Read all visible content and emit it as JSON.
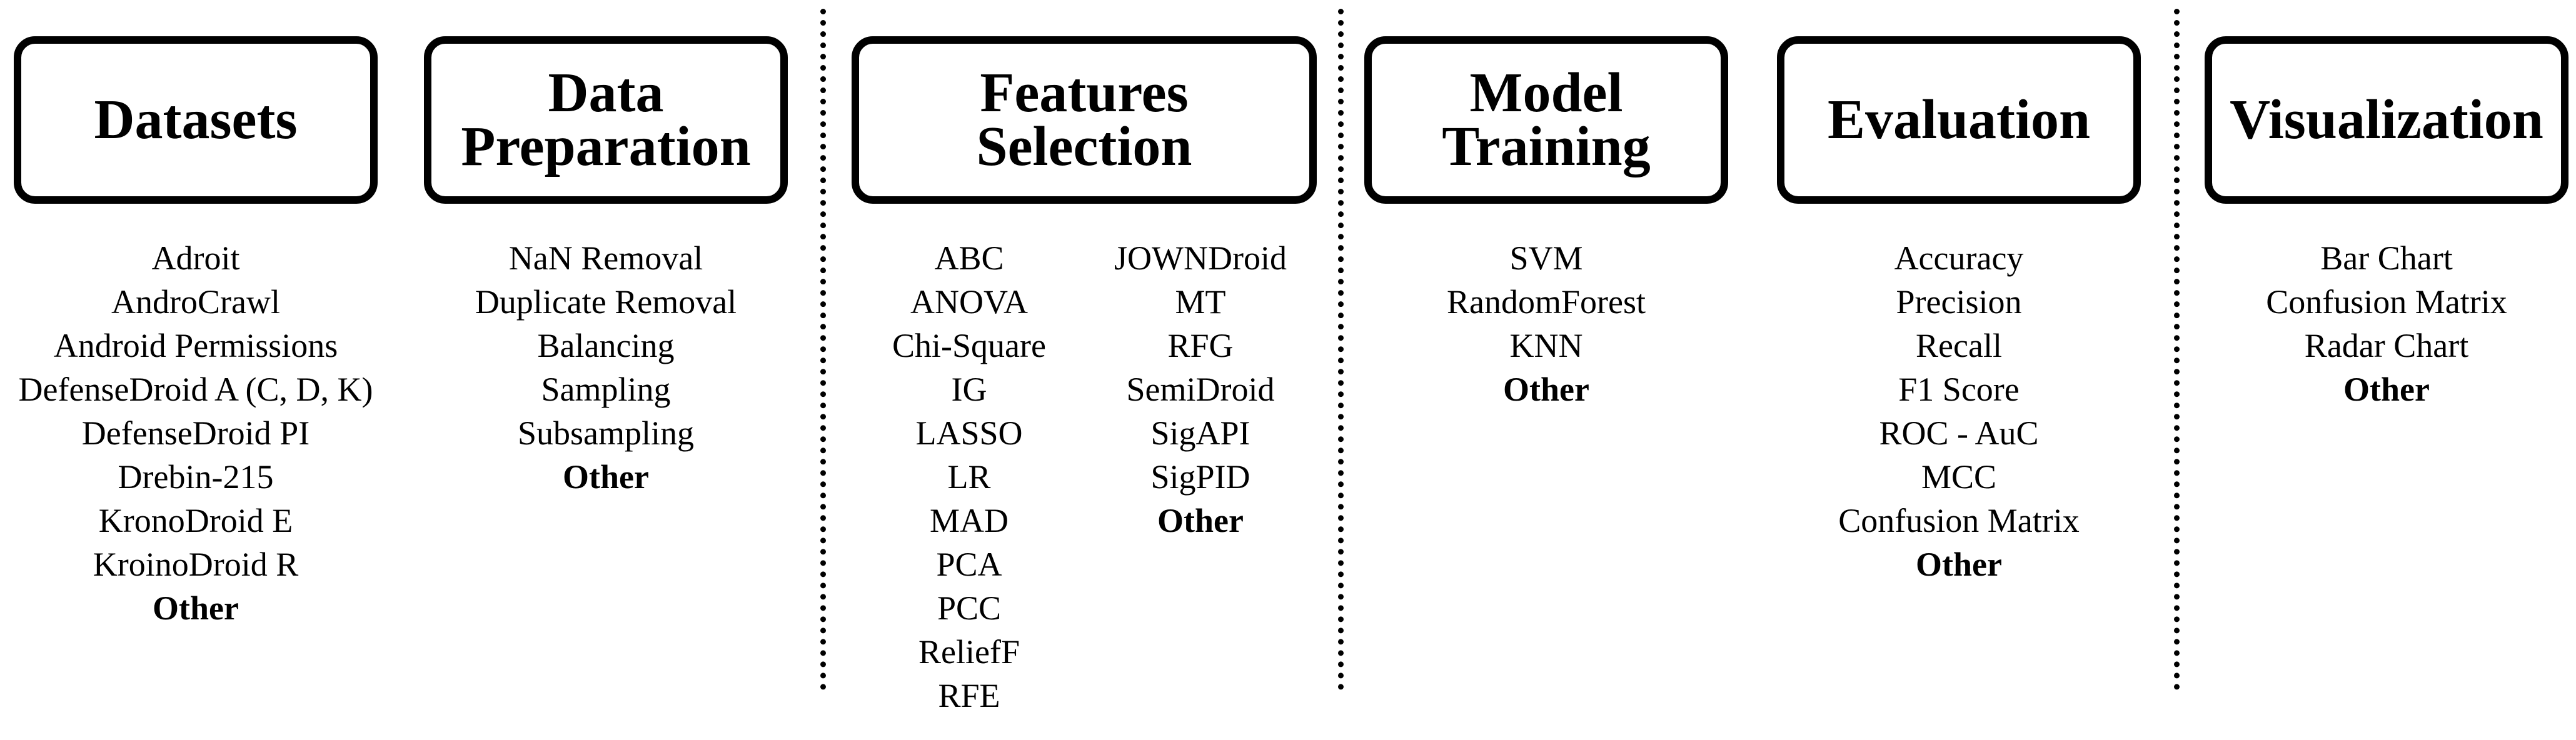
{
  "stages": [
    {
      "title": "Datasets"
    },
    {
      "title": "Data\nPreparation"
    },
    {
      "title": "Features\nSelection"
    },
    {
      "title": "Model\nTraining"
    },
    {
      "title": "Evaluation"
    },
    {
      "title": "Visualization"
    }
  ],
  "lists": {
    "datasets": [
      "Adroit",
      "AndroCrawl",
      "Android Permissions",
      "DefenseDroid A (C, D, K)",
      "DefenseDroid PI",
      "Drebin-215",
      "KronoDroid E",
      "KroinoDroid R",
      "Other"
    ],
    "data_preparation": [
      "NaN Removal",
      "Duplicate Removal",
      "Balancing",
      "Sampling",
      "Subsampling",
      "Other"
    ],
    "features_selection_a": [
      "ABC",
      "ANOVA",
      "Chi-Square",
      "IG",
      "LASSO",
      "LR",
      "MAD",
      "PCA",
      "PCC",
      "ReliefF",
      "RFE"
    ],
    "features_selection_b": [
      "JOWNDroid",
      "MT",
      "RFG",
      "SemiDroid",
      "SigAPI",
      "SigPID",
      "Other"
    ],
    "model_training": [
      "SVM",
      "RandomForest",
      "KNN",
      "Other"
    ],
    "evaluation": [
      "Accuracy",
      "Precision",
      "Recall",
      "F1 Score",
      "ROC - AuC",
      "MCC",
      "Confusion Matrix",
      "Other"
    ],
    "visualization": [
      "Bar Chart",
      "Confusion Matrix",
      "Radar Chart",
      "Other"
    ]
  }
}
